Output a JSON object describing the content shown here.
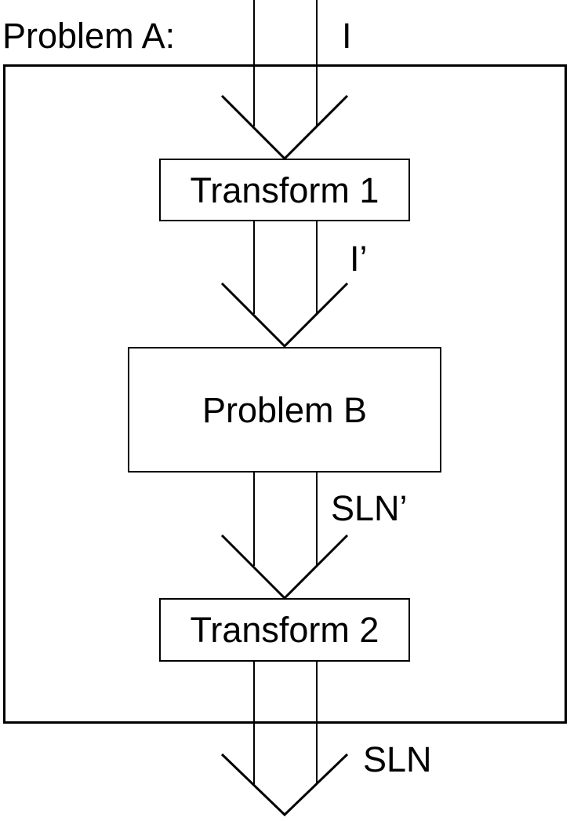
{
  "diagram": {
    "title": "Problem A:",
    "nodes": [
      {
        "id": "transform-1",
        "label": "Transform 1"
      },
      {
        "id": "problem-b",
        "label": "Problem B"
      },
      {
        "id": "transform-2",
        "label": "Transform 2"
      }
    ],
    "flow_labels": [
      {
        "id": "input",
        "text": "I"
      },
      {
        "id": "transformed-input",
        "text": "I’"
      },
      {
        "id": "transformed-solution",
        "text": "SLN’"
      },
      {
        "id": "solution",
        "text": "SLN"
      }
    ],
    "colors": {
      "line": "#000000",
      "text": "#000000",
      "background": "#ffffff"
    }
  }
}
